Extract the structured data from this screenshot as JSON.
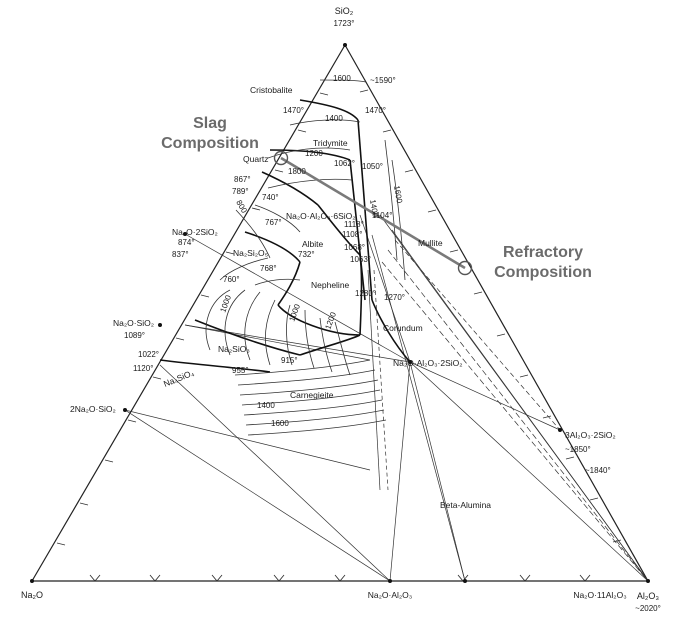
{
  "vertices": {
    "top_formula": "SiO₂",
    "top_temp": "1723°",
    "left": "Na₂O",
    "right_formula": "Al₂O₃",
    "right_temp": "~2020°"
  },
  "callouts": {
    "slag_line1": "Slag",
    "slag_line2": "Composition",
    "refractory_line1": "Refractory",
    "refractory_line2": "Composition"
  },
  "phases": {
    "cristobalite": "Cristobalite",
    "tridymite": "Tridymite",
    "quartz": "Quartz",
    "albite_compound": "Na₂O·Al₂O₃·6SiO₂",
    "albite": "Albite",
    "mullite": "Mullite",
    "na2si2o5": "Na₂Si₂O₅",
    "nepheline": "Nepheline",
    "corundum": "Corundum",
    "na2sio3": "Na₂SiO₃",
    "na4sio4": "Na₄SiO₄",
    "carnegieite": "Carnegieite",
    "beta_alumina": "Beta-Alumina"
  },
  "compounds": {
    "na2o_2sio2": "Na₂O·2SiO₂",
    "na2o_sio2": "Na₂O·SiO₂",
    "two_na2o_sio2": "2Na₂O·SiO₂",
    "nepheline_cmp": "Na₂O·Al₂O₃·2SiO₂",
    "na2o_al2o3": "Na₂O·Al₂O₃",
    "na2o_11al2o3": "Na₂O·11Al₂O₃",
    "mullite_cmp": "3Al₂O₃·2SiO₂"
  },
  "temperatures": {
    "t1590": "~1590°",
    "t1600": "1600",
    "t1470a": "1470°",
    "t1470b": "1470°",
    "t1400a": "1400",
    "t1200a": "1200",
    "t1062": "1062°",
    "t1050": "1050°",
    "t1800": "1800",
    "t1400b": "1400",
    "t1600b": "1600",
    "t867": "867°",
    "t789": "789°",
    "t740": "740°",
    "t800": "800",
    "t1118": "1118°",
    "t1104": "1104°",
    "t767": "767°",
    "t1108": "1108°",
    "t874": "874°",
    "t837": "837°",
    "t1068": "1068°",
    "t732": "732°",
    "t1063": "1063°",
    "t760": "760°",
    "t768": "768°",
    "t1280": "1280°",
    "t1270": "1270°",
    "t1000": "1000",
    "t1000b": "1000",
    "t1200b": "1200",
    "t1089": "1089°",
    "t1022": "1022°",
    "t1120": "1120°",
    "t915": "915°",
    "t955": "955°",
    "t1400c": "1400",
    "t1600c": "1600",
    "t1850": "~1850°",
    "t1840": "~1840°"
  }
}
